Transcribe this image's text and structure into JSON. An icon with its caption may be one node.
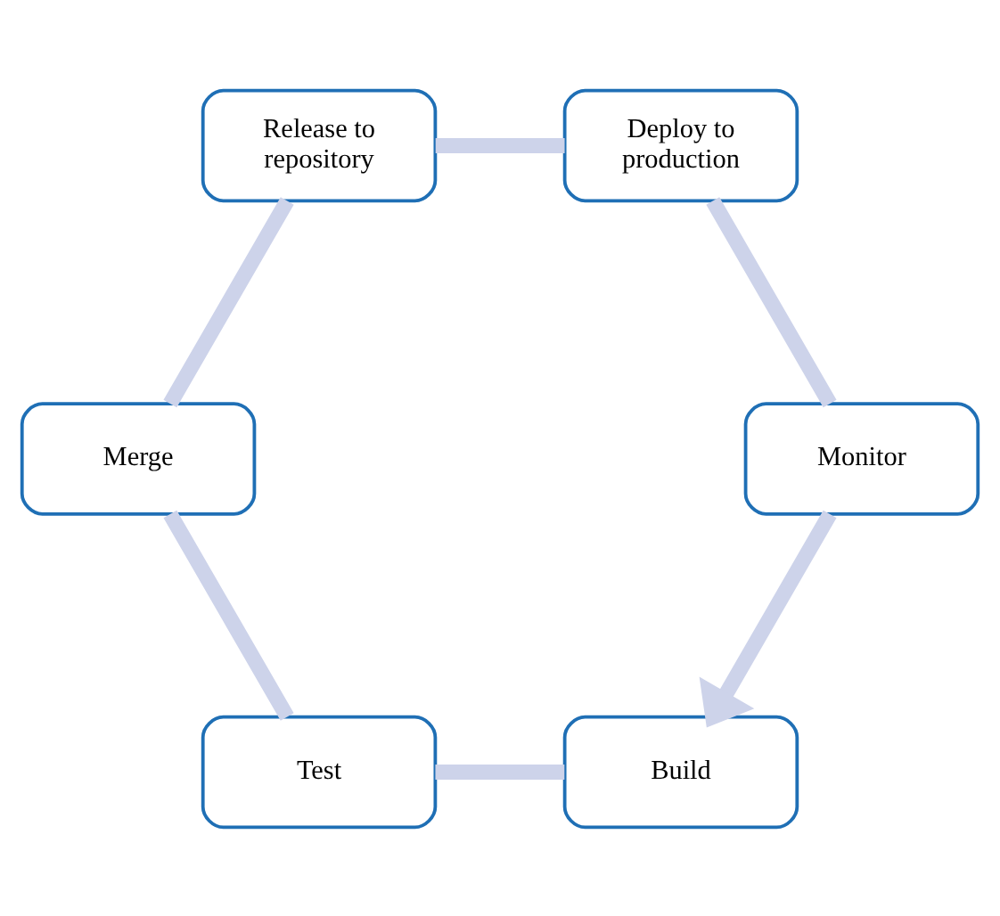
{
  "diagram": {
    "nodes": [
      {
        "text": [
          "Build"
        ]
      },
      {
        "text": [
          "Test"
        ]
      },
      {
        "text": [
          "Merge"
        ]
      },
      {
        "text": [
          "Release to repository"
        ]
      },
      {
        "text": [
          "Deploy to production"
        ]
      },
      {
        "text": [
          "Monitor"
        ]
      }
    ],
    "edges": [
      {
        "from": 0,
        "to": 1,
        "arrow": "none"
      },
      {
        "from": 1,
        "to": 2,
        "arrow": "none"
      },
      {
        "from": 2,
        "to": 3,
        "arrow": "none"
      },
      {
        "from": 3,
        "to": 4,
        "arrow": "none"
      },
      {
        "from": 4,
        "to": 5,
        "arrow": "none"
      },
      {
        "from": 5,
        "to": 0,
        "arrow": "to"
      }
    ]
  }
}
